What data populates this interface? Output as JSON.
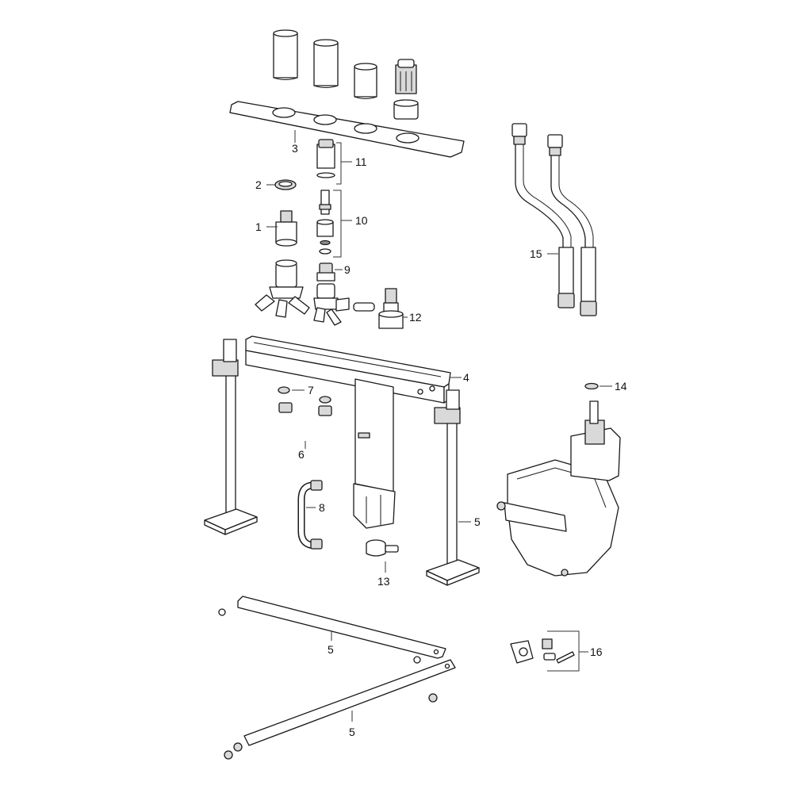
{
  "callouts": [
    {
      "id": "c1",
      "label": "1"
    },
    {
      "id": "c2",
      "label": "2"
    },
    {
      "id": "c3",
      "label": "3"
    },
    {
      "id": "c4",
      "label": "4"
    },
    {
      "id": "c5a",
      "label": "5"
    },
    {
      "id": "c5b",
      "label": "5"
    },
    {
      "id": "c5c",
      "label": "5"
    },
    {
      "id": "c6",
      "label": "6"
    },
    {
      "id": "c7",
      "label": "7"
    },
    {
      "id": "c8",
      "label": "8"
    },
    {
      "id": "c9",
      "label": "9"
    },
    {
      "id": "c10",
      "label": "10"
    },
    {
      "id": "c11",
      "label": "11"
    },
    {
      "id": "c12",
      "label": "12"
    },
    {
      "id": "c13",
      "label": "13"
    },
    {
      "id": "c14",
      "label": "14"
    },
    {
      "id": "c15",
      "label": "15"
    },
    {
      "id": "c16",
      "label": "16"
    }
  ]
}
